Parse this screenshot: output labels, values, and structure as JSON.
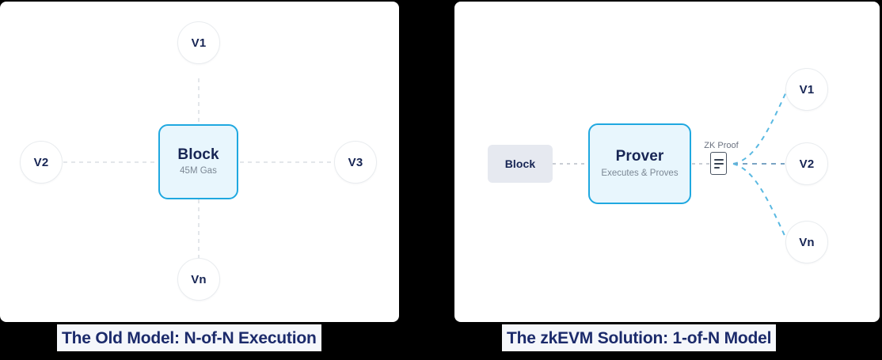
{
  "panels": [
    {
      "id": "old-model",
      "caption": "The Old Model: N-of-N Execution",
      "center_node": {
        "title": "Block",
        "subtitle": "45M Gas"
      },
      "validators": [
        {
          "label": "V1",
          "position": "top"
        },
        {
          "label": "V2",
          "position": "left"
        },
        {
          "label": "V3",
          "position": "right"
        },
        {
          "label": "Vn",
          "position": "bottom"
        }
      ],
      "edge_style": "dashed",
      "edge_color": "#e3e6ea"
    },
    {
      "id": "zkevm-solution",
      "caption": "The zkEVM Solution: 1-of-N Model",
      "source_node": {
        "title": "Block"
      },
      "center_node": {
        "title": "Prover",
        "subtitle": "Executes & Proves"
      },
      "artifact": {
        "label": "ZK Proof",
        "icon": "document-icon"
      },
      "validators": [
        {
          "label": "V1",
          "position": "top-right"
        },
        {
          "label": "V2",
          "position": "right"
        },
        {
          "label": "Vn",
          "position": "bottom-right"
        }
      ],
      "edge_style": "dashed",
      "edge_color_in": "#c9cdd4",
      "edge_color_out": "#5ab9e2"
    }
  ],
  "colors": {
    "accent_border": "#1fa8e0",
    "accent_fill": "#e8f6fd",
    "node_text": "#172554",
    "muted_text": "#7b8794",
    "caption_text": "#1b2a6b",
    "caption_bg": "#f5f7fb",
    "grey_chip": "#e6e9f0",
    "page_bg": "#000000"
  }
}
